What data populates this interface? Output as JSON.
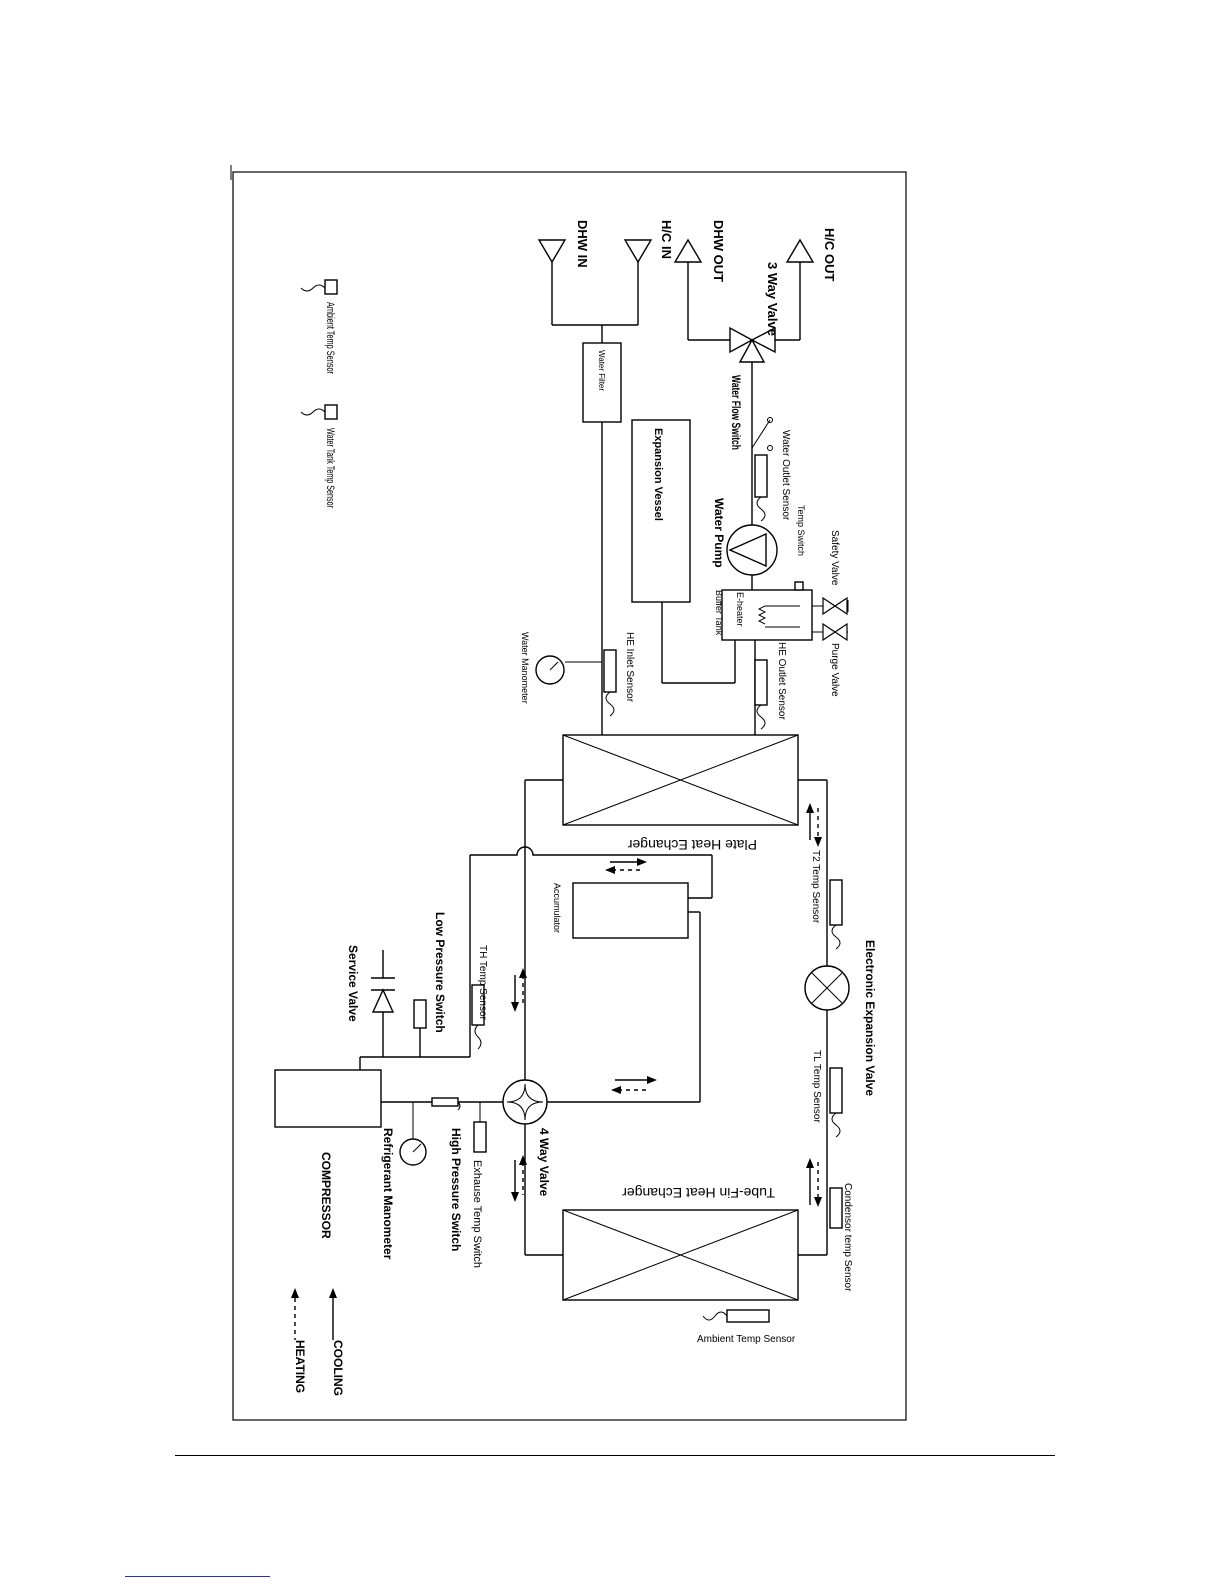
{
  "labels": {
    "hc_out": "H/C OUT",
    "three_way_valve": "3 Way Valve",
    "dhw_out": "DHW OUT",
    "hc_in": "H/C IN",
    "dhw_in": "DHW IN",
    "water_flow_switch": "Water Flow Switch",
    "water_outlet_sensor": "Water Outlet Sensor",
    "temp_switch": "Temp Switch",
    "safety_valve": "Safety Valve",
    "purge_valve": "Purge Valve",
    "water_pump": "Water Pump",
    "e_heater": "E-heater",
    "buffer_tank": "Buffer Tank",
    "he_outlet_sensor": "HE Outlet Sensor",
    "expansion_vessel": "Expansion Vessel",
    "water_filter": "Water Filter",
    "he_inlet_sensor": "HE Inlet Sensor",
    "water_manometer": "Water Manometer",
    "ambient_temp_sensor_legend": "Ambient Temp Sensor",
    "water_tank_temp_sensor": "Water Tank Temp Sensor",
    "plate_heat_exchanger": "Plate Heat Echanger",
    "t2_temp_sensor": "T2 Temp Sensor",
    "electronic_expansion_valve": "Electronic Expansion Valve",
    "tl_temp_sensor": "TL Temp Sensor",
    "accumulator": "Accumulator",
    "th_temp_sensor": "TH Temp Sensor",
    "low_pressure_switch": "Low Pressure Switch",
    "service_valve": "Service Valve",
    "four_way_valve": "4 Way Valve",
    "exhause_temp_switch": "Exhause Temp Switch",
    "high_pressure_switch": "High Pressure Switch",
    "refrigerant_manometer": "Refrigerant Manometer",
    "compressor": "COMPRESSOR",
    "tube_fin_heat_exchanger": "Tube-Fin Heat Echanger",
    "condensor_temp_sensor": "Condensor temp Sensor",
    "ambient_temp_sensor_coil": "Ambient Temp Sensor",
    "cooling": "COOLING",
    "heating": "HEATING"
  }
}
